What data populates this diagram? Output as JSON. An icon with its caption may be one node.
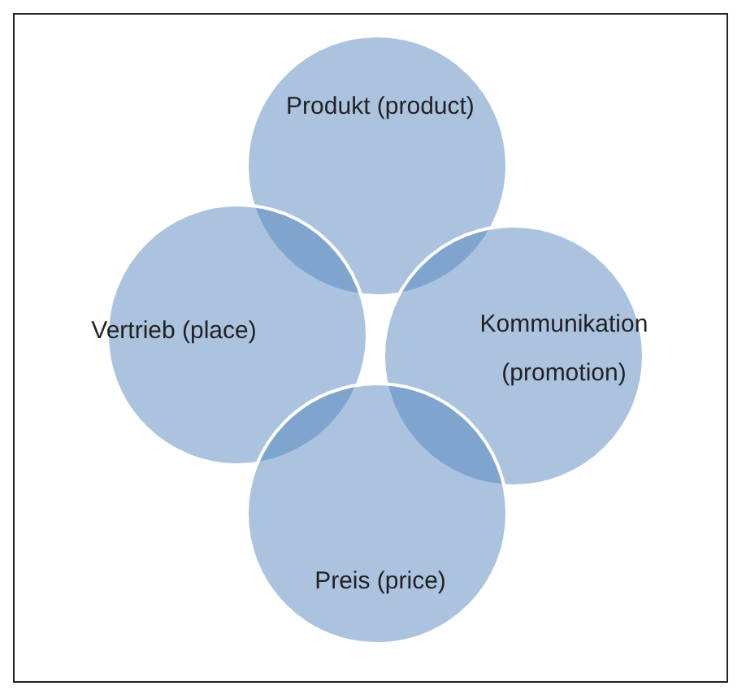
{
  "diagram": {
    "nodes": [
      {
        "text": [
          "Produkt (product)"
        ]
      },
      {
        "text": [
          "Vertrieb (place)"
        ]
      },
      {
        "text": [
          "Kommunikation (promotion)"
        ]
      },
      {
        "text": [
          "Preis (price)"
        ]
      }
    ]
  }
}
